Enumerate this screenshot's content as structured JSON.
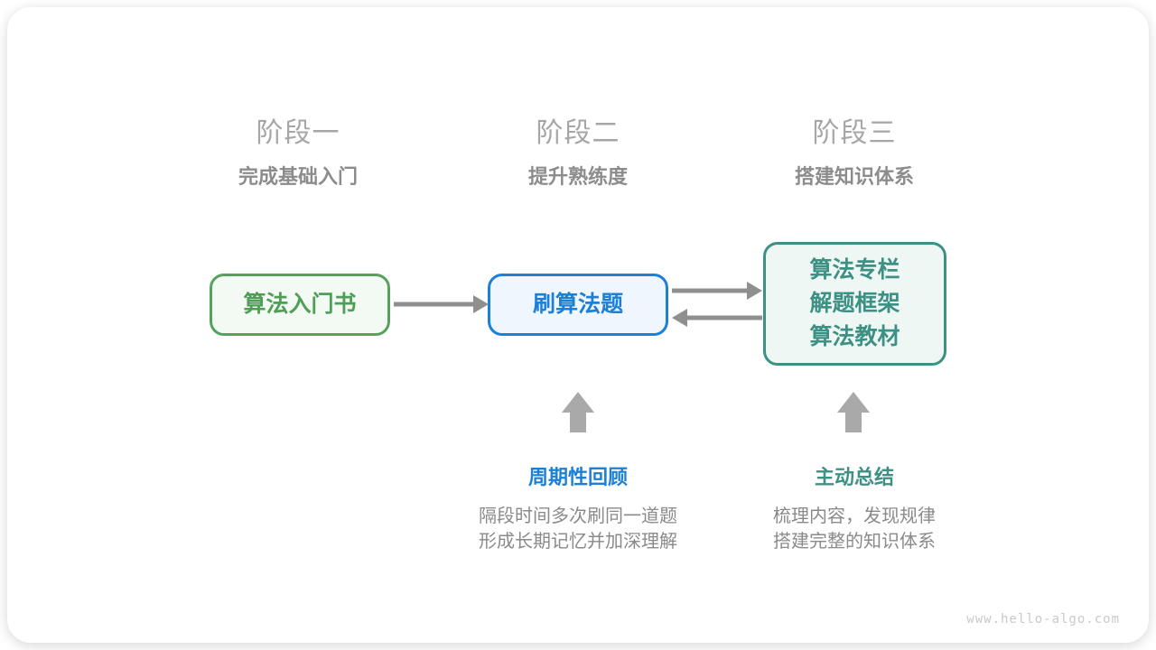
{
  "page": {
    "watermark": "www.hello-algo.com"
  },
  "colors": {
    "green_border": "#56a15c",
    "green_text": "#4f9e55",
    "green_fill": "#f3faf3",
    "blue_border": "#1b80d6",
    "blue_text": "#1b80d6",
    "blue_fill": "#eff6fd",
    "teal_border": "#3d9184",
    "teal_text": "#3d9184",
    "teal_fill": "#eff7f4",
    "arrow": "#8f8f8f",
    "block_arrow": "#a9a9a9",
    "stage_label": "#a6a6a6",
    "stage_subtitle": "#8c8c8c",
    "desc_text": "#8a8a8a",
    "watermark": "#c9c9c9"
  },
  "stages": [
    {
      "label": "阶段一",
      "subtitle": "完成基础入门"
    },
    {
      "label": "阶段二",
      "subtitle": "提升熟练度"
    },
    {
      "label": "阶段三",
      "subtitle": "搭建知识体系"
    }
  ],
  "boxes": [
    {
      "theme": "green",
      "lines": [
        "算法入门书"
      ]
    },
    {
      "theme": "blue",
      "lines": [
        "刷算法题"
      ]
    },
    {
      "theme": "teal",
      "lines": [
        "算法专栏",
        "解题框架",
        "算法教材"
      ]
    }
  ],
  "annotations": [
    {
      "title": "周期性回顾",
      "desc_line1": "隔段时间多次刷同一道题",
      "desc_line2": "形成长期记忆并加深理解"
    },
    {
      "title": "主动总结",
      "desc_line1": "梳理内容，发现规律",
      "desc_line2": "搭建完整的知识体系"
    }
  ]
}
